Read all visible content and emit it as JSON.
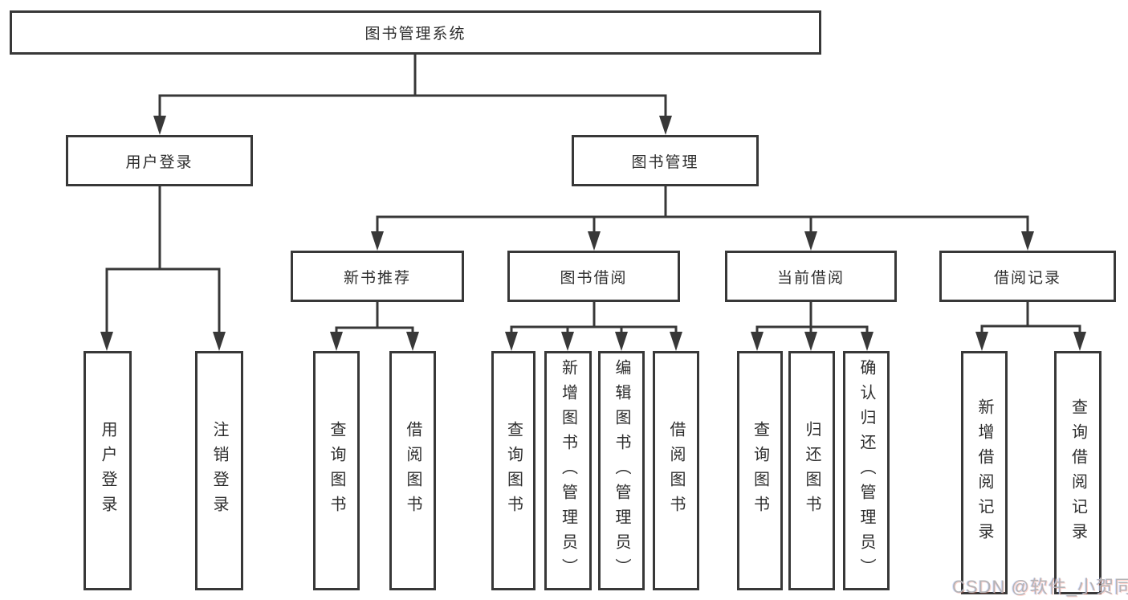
{
  "diagram": {
    "root": "图书管理系统",
    "level1": [
      {
        "label": "用户登录"
      },
      {
        "label": "图书管理"
      }
    ],
    "level2": [
      {
        "label": "新书推荐"
      },
      {
        "label": "图书借阅"
      },
      {
        "label": "当前借阅"
      },
      {
        "label": "借阅记录"
      }
    ],
    "leaves": {
      "user_login": [
        "用户登录",
        "注销登录"
      ],
      "new_books": [
        "查询图书",
        "借阅图书"
      ],
      "borrowing": [
        "查询图书",
        "新增图书（管理员）",
        "编辑图书（管理员）",
        "借阅图书"
      ],
      "current": [
        "查询图书",
        "归还图书",
        "确认归还（管理员）"
      ],
      "records": [
        "新增借阅记录",
        "查询借阅记录"
      ]
    }
  },
  "watermark": "CSDN @软件_小贺同学",
  "colors": {
    "box_border": "#383838",
    "connector": "#383838",
    "text": "#2e2e2e",
    "watermark": "#b4b4b6",
    "background": "#ffffff"
  }
}
